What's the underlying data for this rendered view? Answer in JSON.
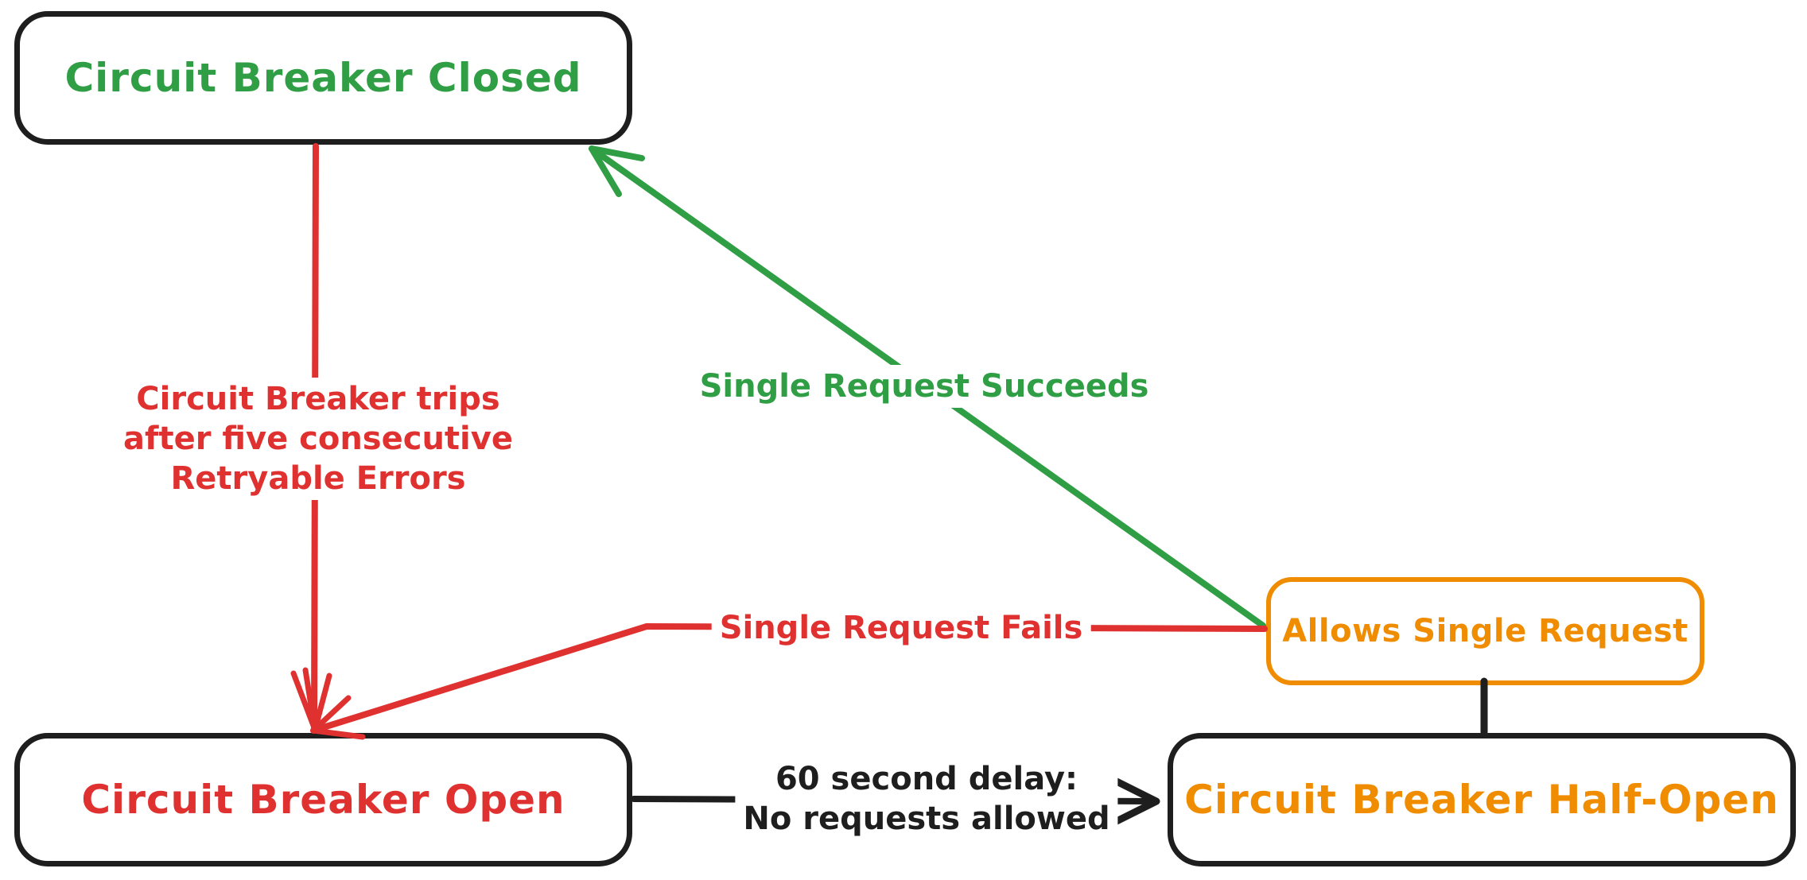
{
  "diagram": {
    "type": "state-diagram",
    "subject": "circuit-breaker",
    "colors": {
      "black": "#1e1e1e",
      "red": "#e03131",
      "green": "#2f9e44",
      "orange": "#f08c00",
      "background": "#ffffff"
    },
    "nodes": {
      "closed": {
        "label": "Circuit Breaker Closed",
        "text_color": "#2f9e44",
        "border_color": "#1e1e1e"
      },
      "open": {
        "label": "Circuit Breaker Open",
        "text_color": "#e03131",
        "border_color": "#1e1e1e"
      },
      "half_open": {
        "label": "Circuit Breaker Half-Open",
        "text_color": "#f08c00",
        "border_color": "#1e1e1e"
      },
      "allows_single_request": {
        "label": "Allows Single Request",
        "text_color": "#f08c00",
        "border_color": "#f08c00"
      }
    },
    "edges": {
      "trip": {
        "from": "closed",
        "to": "open",
        "color": "#e03131",
        "label_lines": [
          "Circuit Breaker trips",
          "after five consecutive",
          "Retryable Errors"
        ]
      },
      "succeeds": {
        "from": "allows_single_request",
        "to": "closed",
        "color": "#2f9e44",
        "label": "Single Request Succeeds"
      },
      "fails": {
        "from": "allows_single_request",
        "to": "open",
        "color": "#e03131",
        "label": "Single Request Fails"
      },
      "delay": {
        "from": "open",
        "to": "half_open",
        "color": "#1e1e1e",
        "label_lines": [
          "60 second delay:",
          "No requests allowed"
        ]
      },
      "half_open_to_allows": {
        "from": "half_open",
        "to": "allows_single_request",
        "color": "#1e1e1e"
      }
    }
  }
}
